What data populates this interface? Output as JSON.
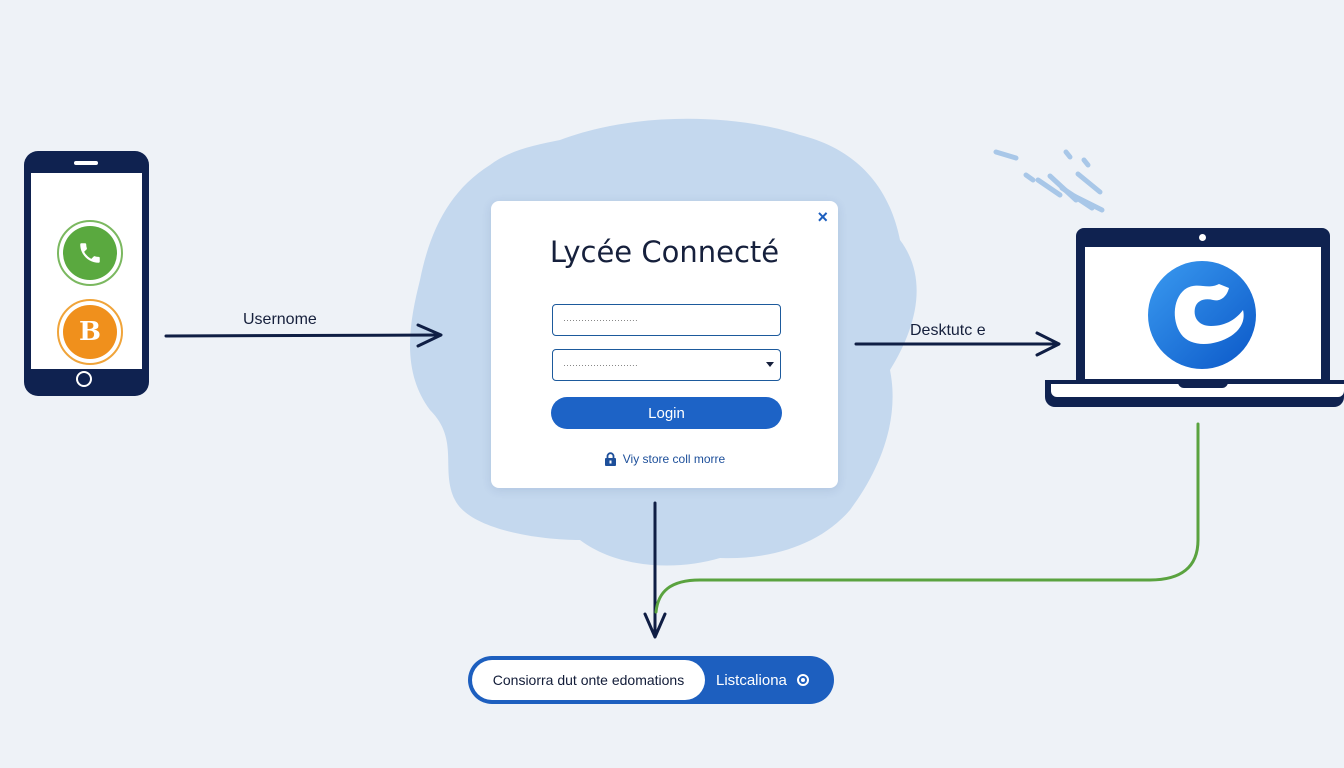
{
  "login_card": {
    "title": "Lycée Connecté",
    "close_symbol": "×",
    "username_placeholder": "·························",
    "password_placeholder": "·························",
    "login_label": "Login",
    "secure_link_label": "Viy store coll morre",
    "secure_link_icon": "lock-icon"
  },
  "phone": {
    "call_app_icon": "phone-handset-icon",
    "b_app_letter": "B"
  },
  "flows": {
    "phone_to_login_label": "Usernome",
    "login_to_laptop_label": "Desktutc e"
  },
  "laptop": {
    "app_icon": "blue-circle-logo-icon"
  },
  "status_pill": {
    "left_label": "Consiorra dut onte edomations",
    "right_label": "Listcaliona",
    "right_icon": "radio-indicator-icon"
  },
  "colors": {
    "navy": "#0f2250",
    "accent_blue": "#1d63c6",
    "green": "#5aa93f",
    "orange": "#f0901c",
    "cloud": "#c4d8ee",
    "background": "#eef2f7"
  }
}
